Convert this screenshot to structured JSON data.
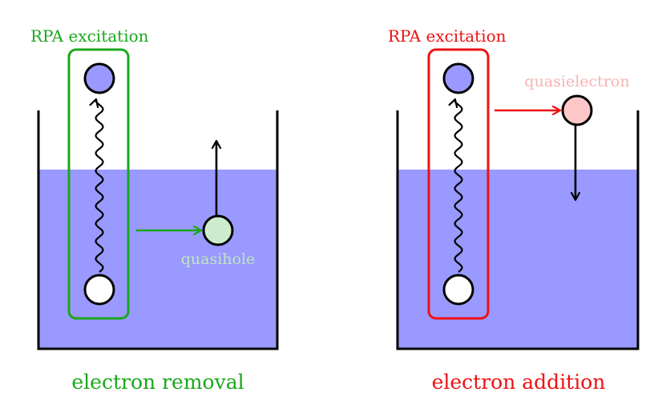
{
  "left_panel": {
    "box_label": "RPA excitation",
    "particle_label": "quasihole",
    "caption": "electron removal"
  },
  "right_panel": {
    "box_label": "RPA excitation",
    "particle_label": "quasielectron",
    "caption": "electron addition"
  },
  "colors": {
    "sea": "#9999ff",
    "green": "#1aa81a",
    "red": "#ee1111",
    "quasihole_fill": "#cdeccd",
    "quasihole_text": "#bfe6bf",
    "quasielectron_fill": "#ffc8c8",
    "quasielectron_text": "#f5b3b3",
    "occupied_fill": "#9999ff",
    "hole_fill": "#ffffff"
  }
}
